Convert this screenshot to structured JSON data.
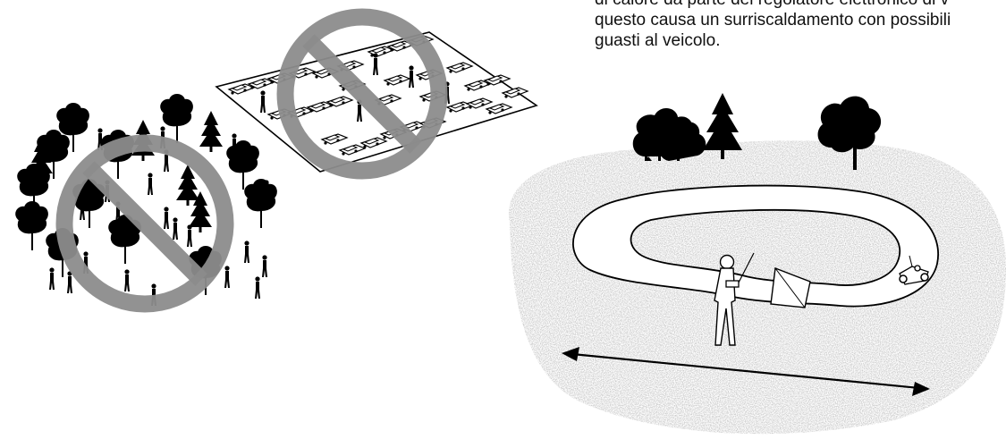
{
  "text": {
    "line1": "di calore da parte del regolatore elettronico di v",
    "line2": "questo causa un surriscaldamento con possibili",
    "line3": "guasti al veicolo."
  },
  "illustrations": {
    "forest": {
      "prohibited": true
    },
    "parking_lot": {
      "prohibited": true
    },
    "open_area_track": {
      "prohibited": false
    }
  },
  "colors": {
    "prohibition_sign": "#8c8c8c",
    "ink": "#000000",
    "ground_speckle": "#bdbdbd"
  }
}
